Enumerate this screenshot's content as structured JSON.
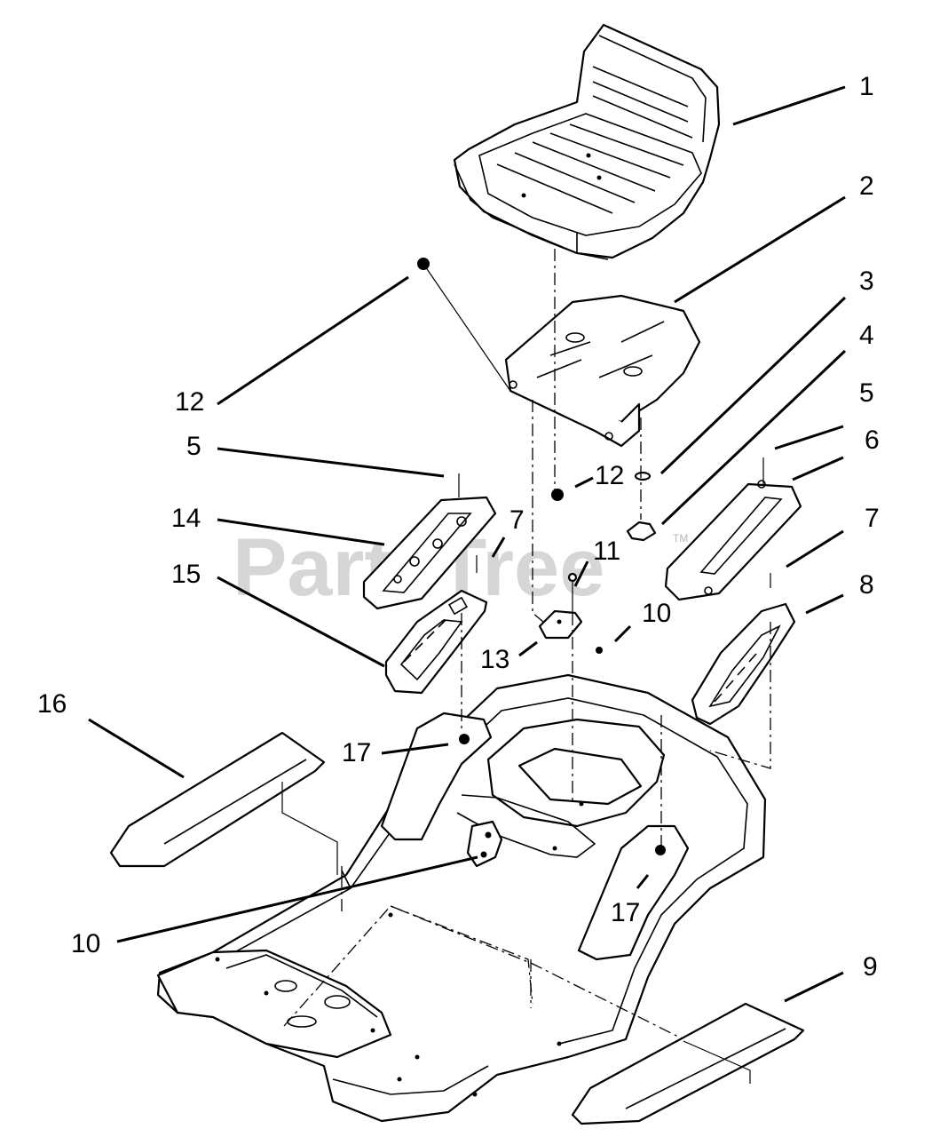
{
  "watermark": {
    "text": "PartsTree",
    "tm": "TM"
  },
  "callouts": [
    {
      "id": "c1",
      "label": "1"
    },
    {
      "id": "c2",
      "label": "2"
    },
    {
      "id": "c3",
      "label": "3"
    },
    {
      "id": "c4",
      "label": "4"
    },
    {
      "id": "c5a",
      "label": "5"
    },
    {
      "id": "c6",
      "label": "6"
    },
    {
      "id": "c7a",
      "label": "7"
    },
    {
      "id": "c8",
      "label": "8"
    },
    {
      "id": "c9",
      "label": "9"
    },
    {
      "id": "c10a",
      "label": "10"
    },
    {
      "id": "c10b",
      "label": "10"
    },
    {
      "id": "c11",
      "label": "11"
    },
    {
      "id": "c12a",
      "label": "12"
    },
    {
      "id": "c12b",
      "label": "12"
    },
    {
      "id": "c13",
      "label": "13"
    },
    {
      "id": "c14",
      "label": "14"
    },
    {
      "id": "c15",
      "label": "15"
    },
    {
      "id": "c16",
      "label": "16"
    },
    {
      "id": "c17a",
      "label": "17"
    },
    {
      "id": "c17b",
      "label": "17"
    },
    {
      "id": "c5b",
      "label": "5"
    },
    {
      "id": "c7b",
      "label": "7"
    }
  ]
}
